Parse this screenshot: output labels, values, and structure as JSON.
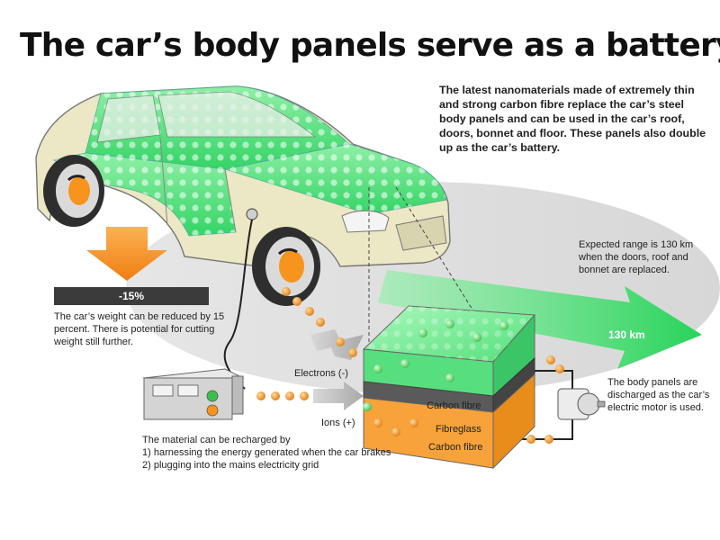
{
  "title": "The car’s body panels serve as a battery",
  "intro": "The latest nanomaterials made of extremely thin and strong carbon fibre replace the car’s steel body panels and can be used in the car’s roof, doors, bonnet and floor. These panels also double up as the car’s battery.",
  "weight": {
    "reduction": "-15%",
    "note": "The car’s weight can be reduced by 15 percent. There is potential for cutting weight still further."
  },
  "range": {
    "note": "Expected range is 130 km when the doors, roof and bonnet are replaced.",
    "value": "130 km"
  },
  "battery_layers": {
    "top": "Carbon fibre",
    "middle": "Fibreglass",
    "bottom": "Carbon fibre"
  },
  "flow_labels": {
    "electrons": "Electrons (-)",
    "ions": "Ions (+)"
  },
  "discharge_note": "The body panels are discharged as the car’s electric motor is used.",
  "recharge": {
    "intro": "The material can be recharged by",
    "items": [
      "1) harnessing the energy generated when the car brakes",
      "2) plugging into the mains electricity grid"
    ]
  },
  "colors": {
    "accent_orange": "#f7941d",
    "panel_green": "#3ddc6a",
    "car_body": "#ece7c4",
    "dark_bar": "#3b3b3b"
  }
}
